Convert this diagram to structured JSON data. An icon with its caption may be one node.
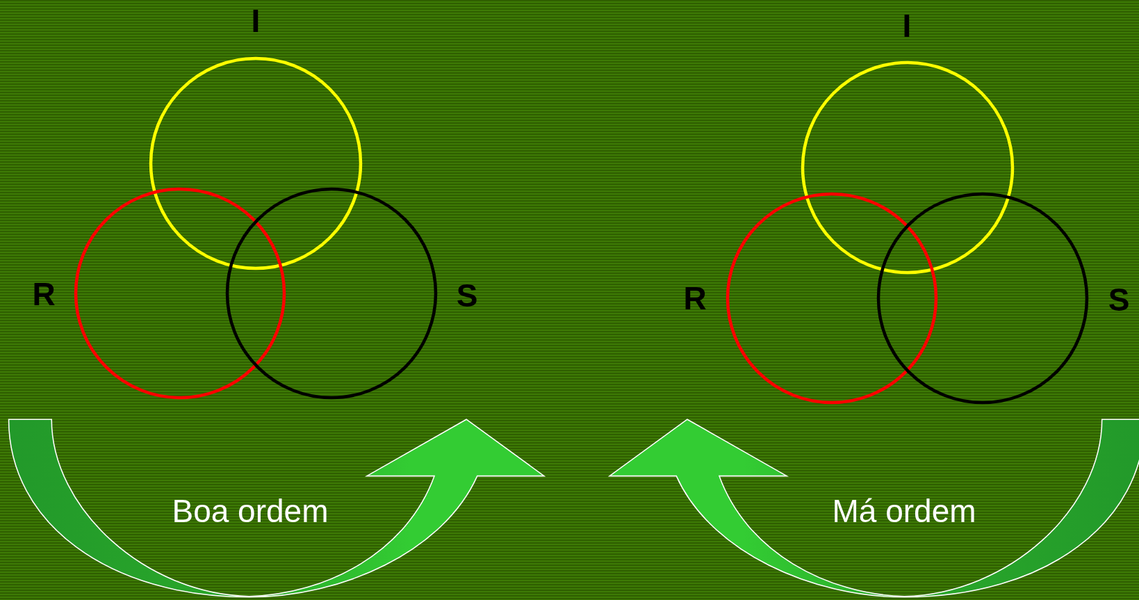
{
  "diagram": {
    "nodes": [
      {
        "text": [
          "I"
        ]
      },
      {
        "text": [
          "R"
        ]
      },
      {
        "text": [
          "S"
        ]
      },
      {
        "text": [
          "Boa ordem"
        ]
      },
      {
        "text": [
          "I"
        ]
      },
      {
        "text": [
          "R"
        ]
      },
      {
        "text": [
          "S"
        ]
      },
      {
        "text": [
          "Má ordem"
        ]
      }
    ]
  }
}
